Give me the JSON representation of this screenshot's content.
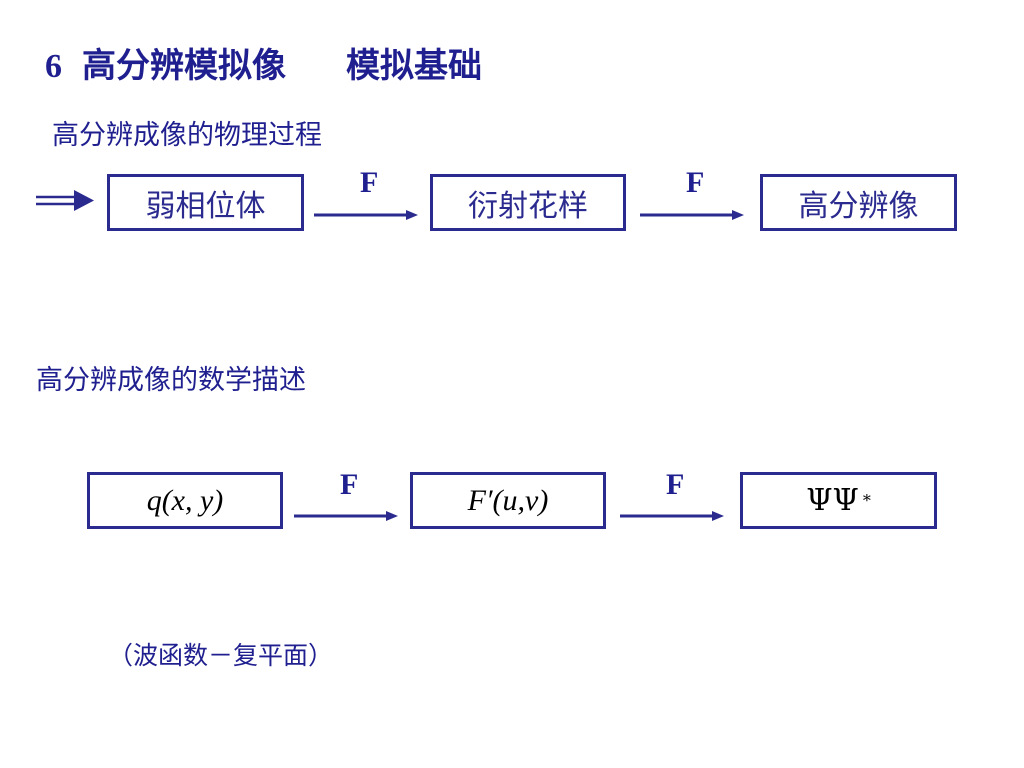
{
  "title": {
    "number": "6",
    "main": "高分辨模拟像",
    "sub": "模拟基础"
  },
  "section1": {
    "heading": "高分辨成像的物理过程",
    "boxes": [
      "弱相位体",
      "衍射花样",
      "高分辨像"
    ],
    "arrow_labels": [
      "F",
      "F"
    ]
  },
  "section2": {
    "heading": "高分辨成像的数学描述",
    "boxes": [
      "q(x, y)",
      "F′(u,v)",
      "ΨΨ"
    ],
    "psi_superscript": "*",
    "arrow_labels": [
      "F",
      "F"
    ]
  },
  "note": "（波函数－复平面）",
  "colors": {
    "text": "#1f1f8f",
    "box_border": "#2a2a8f",
    "arrow": "#2a2a8f"
  }
}
